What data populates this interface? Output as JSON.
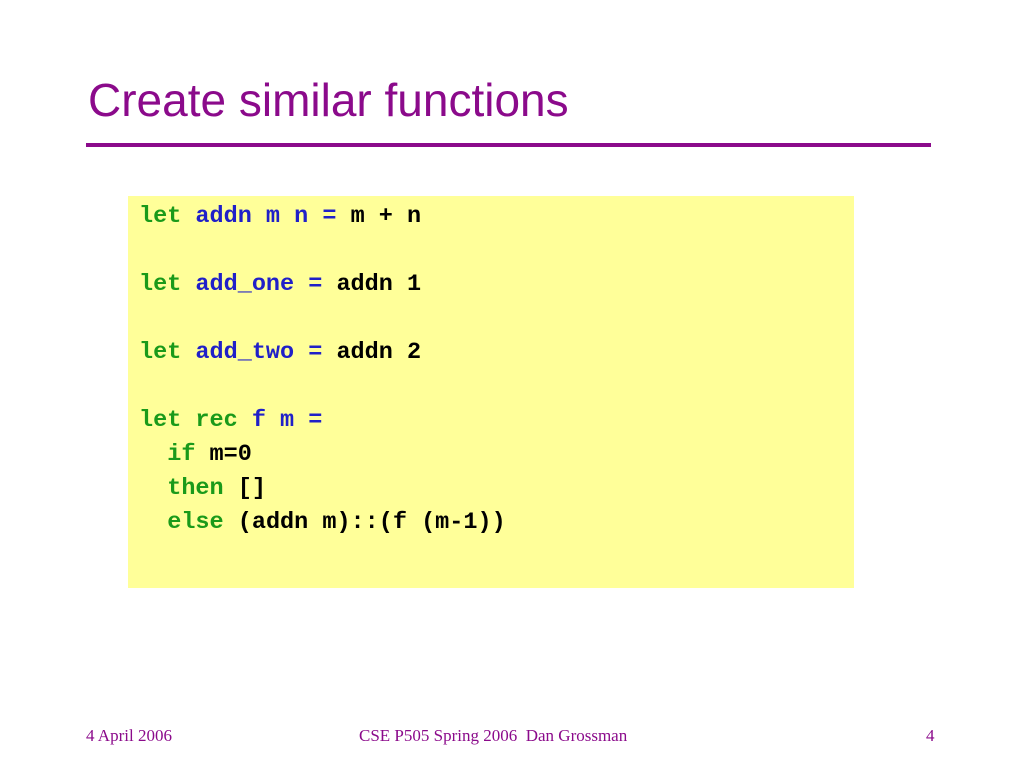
{
  "slide": {
    "title": "Create similar functions"
  },
  "code": {
    "line1": {
      "kw": "let ",
      "def": "addn m n = ",
      "plain": "m + n"
    },
    "line3": {
      "kw": "let ",
      "def": "add_one = ",
      "plain": "addn 1"
    },
    "line5": {
      "kw": "let ",
      "def": "add_two = ",
      "plain": "addn 2"
    },
    "line7": {
      "kw": "let rec ",
      "def": "f m ="
    },
    "line8": {
      "indent": "  ",
      "kw": "if ",
      "plain": "m=0"
    },
    "line9": {
      "indent": "  ",
      "kw": "then ",
      "plain": "[]"
    },
    "line10": {
      "indent": "  ",
      "kw": "else ",
      "plain": "(addn m)::(f (m-1))"
    }
  },
  "footer": {
    "date": "4 April 2006",
    "course": "CSE P505 Spring 2006  Dan Grossman",
    "page": "4"
  },
  "colors": {
    "title": "#8b0a8b",
    "code_background": "#ffff99",
    "keyword": "#1a9a1a",
    "definition": "#2020c8",
    "code_text": "#000000"
  }
}
